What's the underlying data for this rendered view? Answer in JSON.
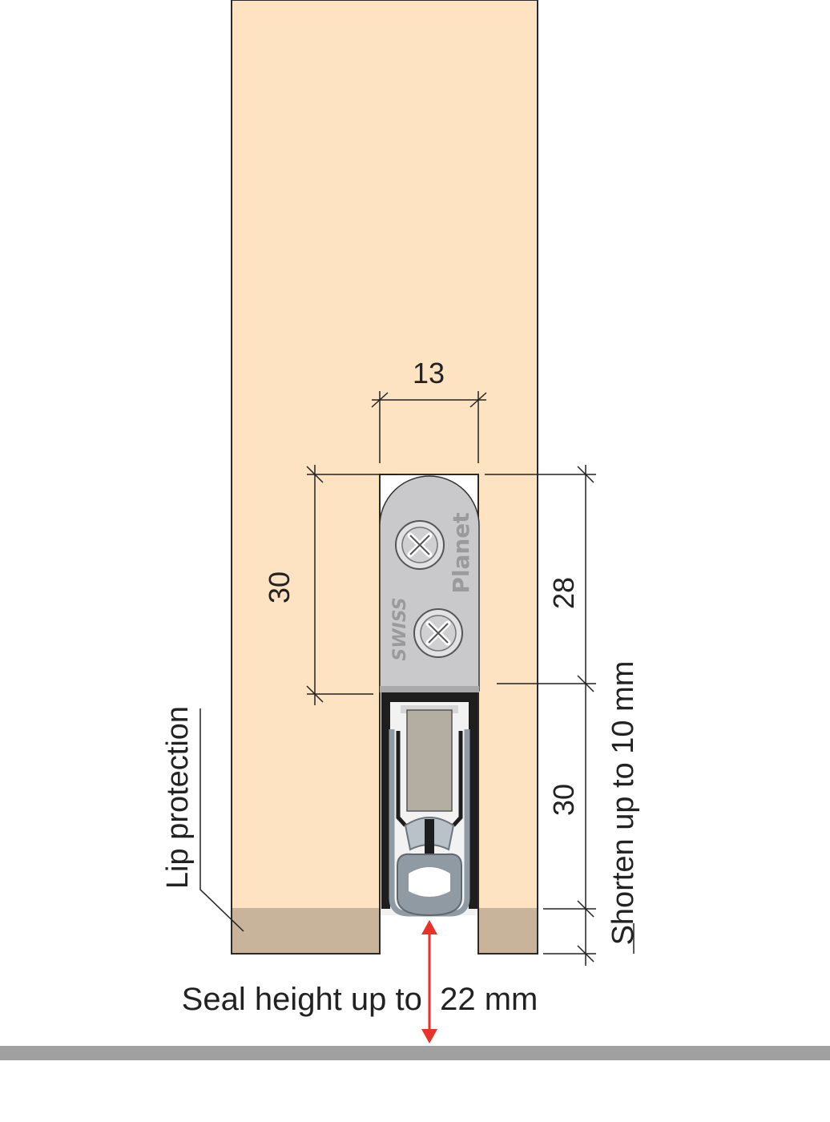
{
  "colors": {
    "door": "#fde3c2",
    "door_edge": "#2a2a2a",
    "lip_protection": "#c7b49a",
    "housing": "#c9c9cb",
    "screw": "#dcdcde",
    "seal": "#8f9aa3",
    "seal_light": "#b9c2c9",
    "frame_dark": "#1e1e1e",
    "insert": "#b3ada2",
    "floor": "#a0a0a0",
    "arrow": "#e8322a"
  },
  "brand": {
    "swiss": "SWISS",
    "planet": "Planet"
  },
  "dimensions": {
    "width_top": "13",
    "left_height": "30",
    "right_upper": "28",
    "right_lower": "30"
  },
  "labels": {
    "lip_protection": "Lip protection",
    "shorten": "Shorten up to 10 mm",
    "seal_height": "Seal height up to  22 mm"
  },
  "icons": [
    "screw-icon",
    "screw-icon"
  ]
}
